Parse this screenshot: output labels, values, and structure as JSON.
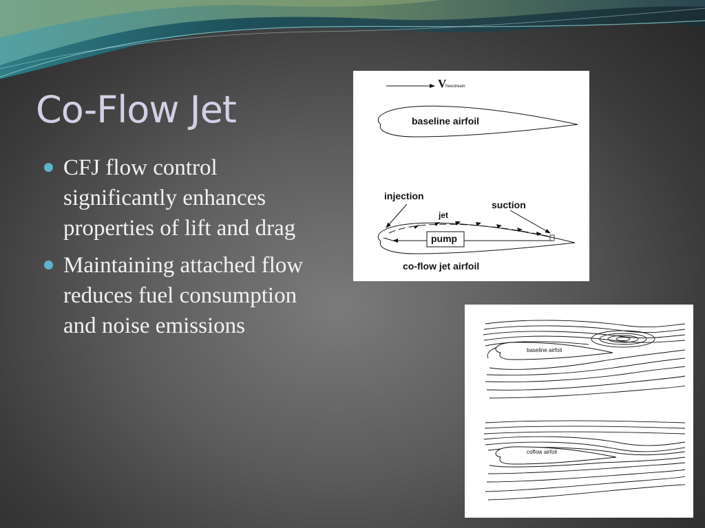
{
  "slide": {
    "title": "Co-Flow Jet",
    "bullets": [
      "CFJ flow control significantly enhances properties of lift and drag",
      "Maintaining attached flow reduces fuel consumption and noise emissions"
    ]
  },
  "diagram_top": {
    "velocity_symbol": "V",
    "velocity_subscript": "freestream",
    "baseline_label": "baseline airfoil",
    "injection_label": "injection",
    "suction_label": "suction",
    "jet_label": "jet",
    "pump_label": "pump",
    "coflow_label": "co-flow jet airfoil"
  },
  "diagram_bottom": {
    "baseline_label": "baseline airfoil",
    "coflow_label": "coflow airfoil"
  },
  "colors": {
    "title": "#d4cfe6",
    "bullet_text": "#f2f2f2",
    "bullet_dot": "#5fb3d1",
    "wave_teal": "#3f8f98"
  }
}
